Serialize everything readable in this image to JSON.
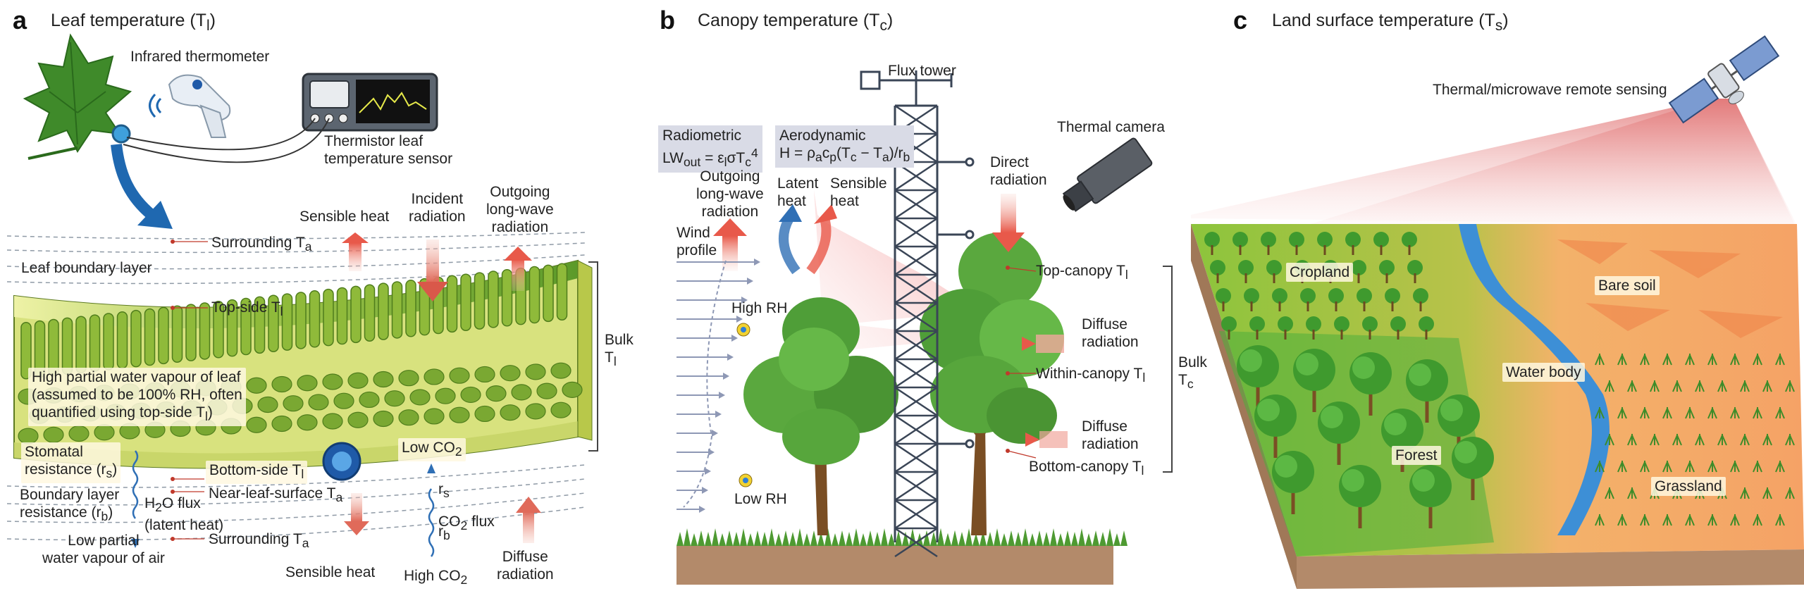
{
  "panels": {
    "a": {
      "letter": "a",
      "title": "Leaf temperature (T",
      "title_sub": "l",
      "title_end": ")",
      "labels": {
        "infrared_thermometer": "Infrared thermometer",
        "thermistor": [
          "Thermistor leaf",
          "temperature sensor"
        ],
        "sensible_heat_top": "Sensible heat",
        "incident_radiation": [
          "Incident",
          "radiation"
        ],
        "outgoing_longwave": [
          "Outgoing",
          "long-wave",
          "radiation"
        ],
        "surrounding_top": "Surrounding T",
        "surrounding_top_sub": "a",
        "leaf_boundary_layer": "Leaf boundary layer",
        "top_side": "Top-side T",
        "top_side_sub": "l",
        "bulk": "Bulk",
        "bulk_t": "T",
        "bulk_sub": "l",
        "high_partial": [
          "High partial water vapour of leaf",
          "(assumed to be 100% RH, often",
          "quantified using top-side T"
        ],
        "high_partial_sub": "l",
        "high_partial_end": ")",
        "low_co2": "Low CO",
        "low_co2_sub": "2",
        "stomatal_resistance": [
          "Stomatal",
          "resistance (r"
        ],
        "stomatal_sub": "s",
        "bottom_side": "Bottom-side T",
        "bottom_side_sub": "l",
        "near_leaf_surface": "Near-leaf-surface T",
        "near_leaf_sub": "a",
        "boundary_layer_resistance": [
          "Boundary layer",
          "resistance (r"
        ],
        "boundary_sub": "b",
        "h2o_flux": [
          "H",
          "O flux",
          "(latent heat)"
        ],
        "rs": "r",
        "rs_sub": "s",
        "rb": "r",
        "rb_sub": "b",
        "co2_flux": "CO",
        "co2_flux_end": " flux",
        "low_partial": [
          "Low partial",
          "water vapour of air"
        ],
        "surrounding_bottom": "Surrounding T",
        "surrounding_bottom_sub": "a",
        "sensible_heat_bottom": "Sensible heat",
        "high_co2": "High CO",
        "high_co2_sub": "2",
        "diffuse_radiation": [
          "Diffuse",
          "radiation"
        ]
      }
    },
    "b": {
      "letter": "b",
      "title": "Canopy temperature (T",
      "title_sub": "c",
      "title_end": ")",
      "labels": {
        "flux_tower": "Flux tower",
        "radiometric": "Radiometric",
        "radiometric_formula": "LW",
        "aerodynamic": "Aerodynamic",
        "aerodynamic_formula": "H = ρ",
        "thermal_camera": "Thermal camera",
        "direct_radiation": [
          "Direct",
          "radiation"
        ],
        "outgoing_longwave": [
          "Outgoing",
          "long-wave",
          "radiation"
        ],
        "latent_heat": [
          "Latent",
          "heat"
        ],
        "sensible_heat": [
          "Sensible",
          "heat"
        ],
        "wind_profile": [
          "Wind",
          "profile"
        ],
        "top_canopy": "Top-canopy T",
        "top_canopy_sub": "l",
        "high_rh": "High RH",
        "low_rh": "Low RH",
        "diffuse_radiation_1": [
          "Diffuse",
          "radiation"
        ],
        "within_canopy": "Within-canopy T",
        "within_canopy_sub": "l",
        "bulk": "Bulk",
        "bulk_t": "T",
        "bulk_sub": "c",
        "diffuse_radiation_2": [
          "Diffuse",
          "radiation"
        ],
        "bottom_canopy": "Bottom-canopy T",
        "bottom_canopy_sub": "l"
      }
    },
    "c": {
      "letter": "c",
      "title": "Land surface temperature (T",
      "title_sub": "s",
      "title_end": ")",
      "labels": {
        "remote_sensing": "Thermal/microwave remote sensing",
        "cropland": "Cropland",
        "bare_soil": "Bare soil",
        "water_body": "Water body",
        "forest": "Forest",
        "grassland": "Grassland"
      }
    }
  },
  "colors": {
    "leaf_green": "#8dbb3c",
    "leaf_yellow": "#e8ef9a",
    "red_arrow": "#e8594a",
    "blue_arrow": "#2f6fb5",
    "tower": "#3a4556",
    "soil": "#b38a6a",
    "water": "#3d8fd6",
    "sat_beam": "#f4b3b3"
  },
  "icons": [
    "leaf-icon",
    "infrared-thermometer-icon",
    "sensor-box-icon",
    "flux-tower-icon",
    "thermal-camera-icon",
    "satellite-icon",
    "tree-icon"
  ]
}
